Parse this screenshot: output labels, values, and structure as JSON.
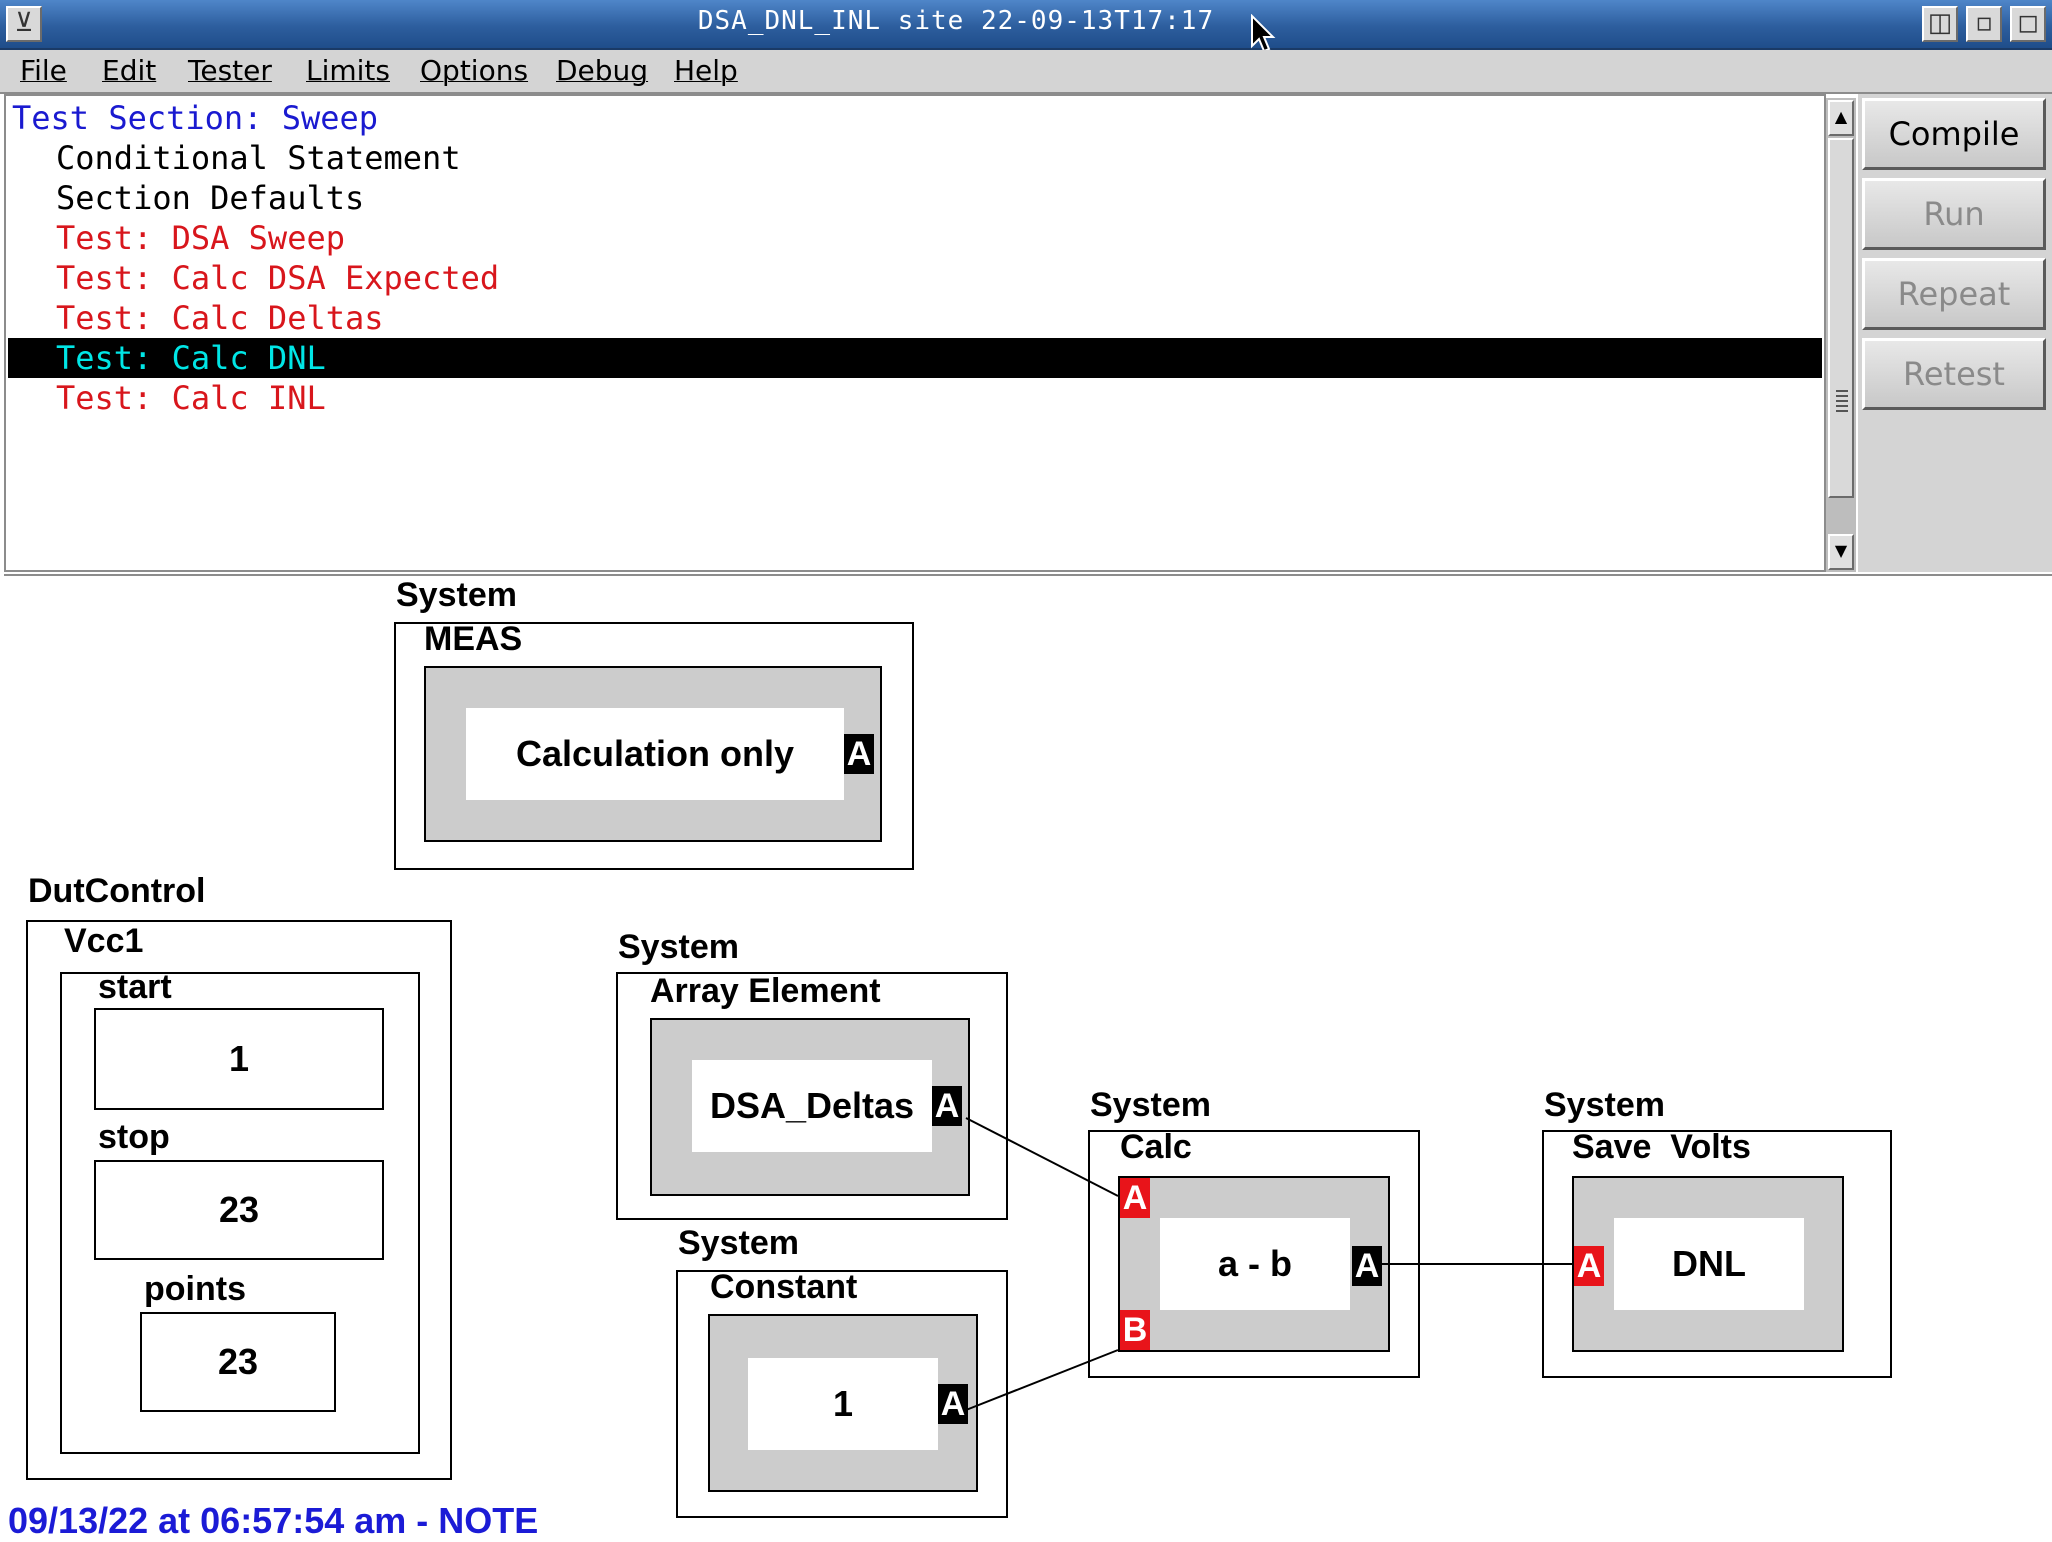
{
  "window": {
    "title": "DSA_DNL_INL  site  22-09-13T17:17"
  },
  "menu": [
    "File",
    "Edit",
    "Tester",
    "Limits",
    "Options",
    "Debug",
    "Help"
  ],
  "tree": {
    "rows": [
      {
        "text": "Test Section: Sweep",
        "color": "#1a1ad0"
      },
      {
        "text": "Conditional Statement",
        "color": "#000000"
      },
      {
        "text": "Section Defaults",
        "color": "#000000"
      },
      {
        "text": "Test: DSA Sweep",
        "color": "#d8161c"
      },
      {
        "text": "Test: Calc DSA Expected",
        "color": "#d8161c"
      },
      {
        "text": "Test: Calc Deltas",
        "color": "#d8161c"
      },
      {
        "text": "Test: Calc DNL",
        "color": "#00e6e6",
        "selected": true
      },
      {
        "text": "Test: Calc INL",
        "color": "#d8161c"
      }
    ]
  },
  "side_buttons": [
    {
      "label": "Compile",
      "enabled": true
    },
    {
      "label": "Run",
      "enabled": false
    },
    {
      "label": "Repeat",
      "enabled": false
    },
    {
      "label": "Retest",
      "enabled": false
    }
  ],
  "diagram": {
    "meas_block": {
      "group": "System",
      "name": "MEAS",
      "value": "Calculation only",
      "output": "A"
    },
    "dut_control": {
      "group": "DutControl",
      "name": "Vcc1",
      "start_label": "start",
      "start_value": "1",
      "stop_label": "stop",
      "stop_value": "23",
      "points_label": "points",
      "points_value": "23"
    },
    "array_element": {
      "group": "System",
      "name": "Array Element",
      "value": "DSA_Deltas",
      "output": "A"
    },
    "constant": {
      "group": "System",
      "name": "Constant",
      "value": "1",
      "output": "A"
    },
    "calc": {
      "group": "System",
      "name": "Calc",
      "value": "a - b",
      "input_a": "A",
      "input_b": "B",
      "output": "A"
    },
    "save_volts": {
      "group": "System",
      "name": "Save  Volts",
      "value": "DNL",
      "input_a": "A"
    }
  },
  "status": {
    "message": "09/13/22 at 06:57:54 am - NOTE",
    "color": "#1b1bd6"
  },
  "colors": {
    "port_output": "#000000",
    "port_input": "#e8141a",
    "block_fill": "#cccccc"
  }
}
